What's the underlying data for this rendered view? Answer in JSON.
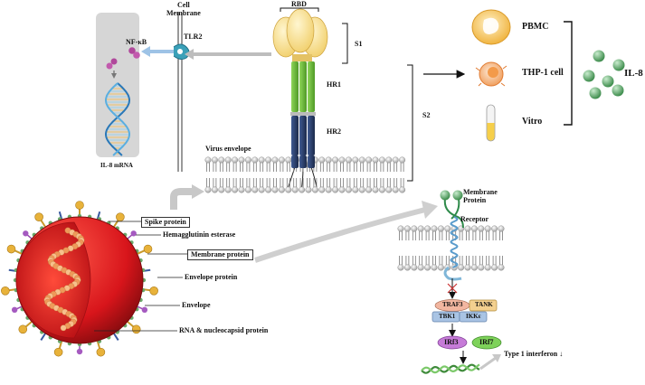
{
  "labels": {
    "cell_membrane": "Cell\nMembrane",
    "nf_kb": "NF-κB",
    "tlr2": "TLR2",
    "il8_mrna": "IL-8 mRNA",
    "rbd": "RBD",
    "s1": "S1",
    "s2": "S2",
    "hr1": "HR1",
    "hr2": "HR2",
    "virus_envelope": "Virus envelope",
    "pbmc": "PBMC",
    "thp1": "THP-1 cell",
    "vitro": "Vitro",
    "il8": "IL-8",
    "spike_protein": "Spike protein",
    "hemagglutinin_esterase": "Hemagglutinin esterase",
    "membrane_protein": "Membrane protein",
    "envelope_protein": "Envelope protein",
    "envelope": "Envelope",
    "rna_nucleocapsid": "RNA & nucleocapsid protein",
    "membrane_protein_right": "Membrane\nProtein",
    "receptor": "Receptor",
    "traf3": "TRAF3",
    "tank": "TANK",
    "tbk1": "TBK1",
    "ikke": "IKKε",
    "irf3": "IRf3",
    "irf7": "IRf7",
    "type1_interferon": "Type 1 interferon ↓"
  },
  "colors": {
    "rbd_yellow": "#f7dc8a",
    "hr1_green": "#6fbf3a",
    "hr2_navy": "#2b3f6b",
    "virus_red": "#d8151b",
    "nucleocapsid_orange": "#f0a86a",
    "membrane_gray": "#c8c8c8",
    "il8_green": "#5fa36a",
    "nfkb_purple": "#b0489b",
    "tlr2_teal": "#3aa0b8",
    "receptor_blue": "#7fb6d8",
    "traf3_salmon": "#f2b6a0",
    "tank_tan": "#f3d08f",
    "tbk1_blue": "#a9c4e4",
    "irf3_purple": "#c67bd8",
    "irf7_green": "#7ed25a",
    "mrna_green": "#4f9a4a"
  },
  "icons": [
    "pbmc-cell-icon",
    "thp1-cell-icon",
    "test-tube-icon",
    "il8-molecule-icon",
    "coronavirus-icon",
    "dna-helix-icon"
  ]
}
